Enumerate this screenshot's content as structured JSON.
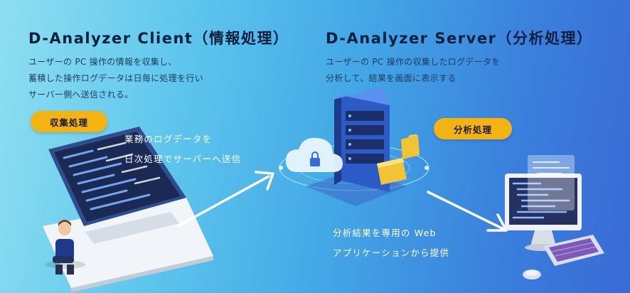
{
  "client": {
    "title": "D-Analyzer Client（情報処理）",
    "desc_lines": [
      "ユーザーの PC 操作の情報を収集し、",
      "蓄積した操作ログデータは日毎に処理を行い",
      "サーバー側へ送信される。"
    ],
    "badge": "収集処理",
    "note_lines": [
      "業務のログデータを",
      "日次処理でサーバーへ送信"
    ]
  },
  "server": {
    "title": "D-Analyzer Server（分析処理）",
    "desc_lines": [
      "ユーザーの PC 操作の収集したログデータを",
      "分析して、結果を画面に表示する"
    ],
    "badge": "分析処理",
    "note_lines": [
      "分析結果を専用の Web",
      "アプリケーションから提供"
    ]
  },
  "colors": {
    "badge": "#f2b313",
    "title": "#0d1f3f",
    "bg_start": "#8fdff0",
    "bg_end": "#3a6ad6"
  },
  "icons": [
    "laptop-icon",
    "person-icon",
    "server-icon",
    "cloud-lock-icon",
    "folder-icon",
    "monitor-icon",
    "keyboard-icon",
    "mouse-icon",
    "arrow-icon"
  ]
}
